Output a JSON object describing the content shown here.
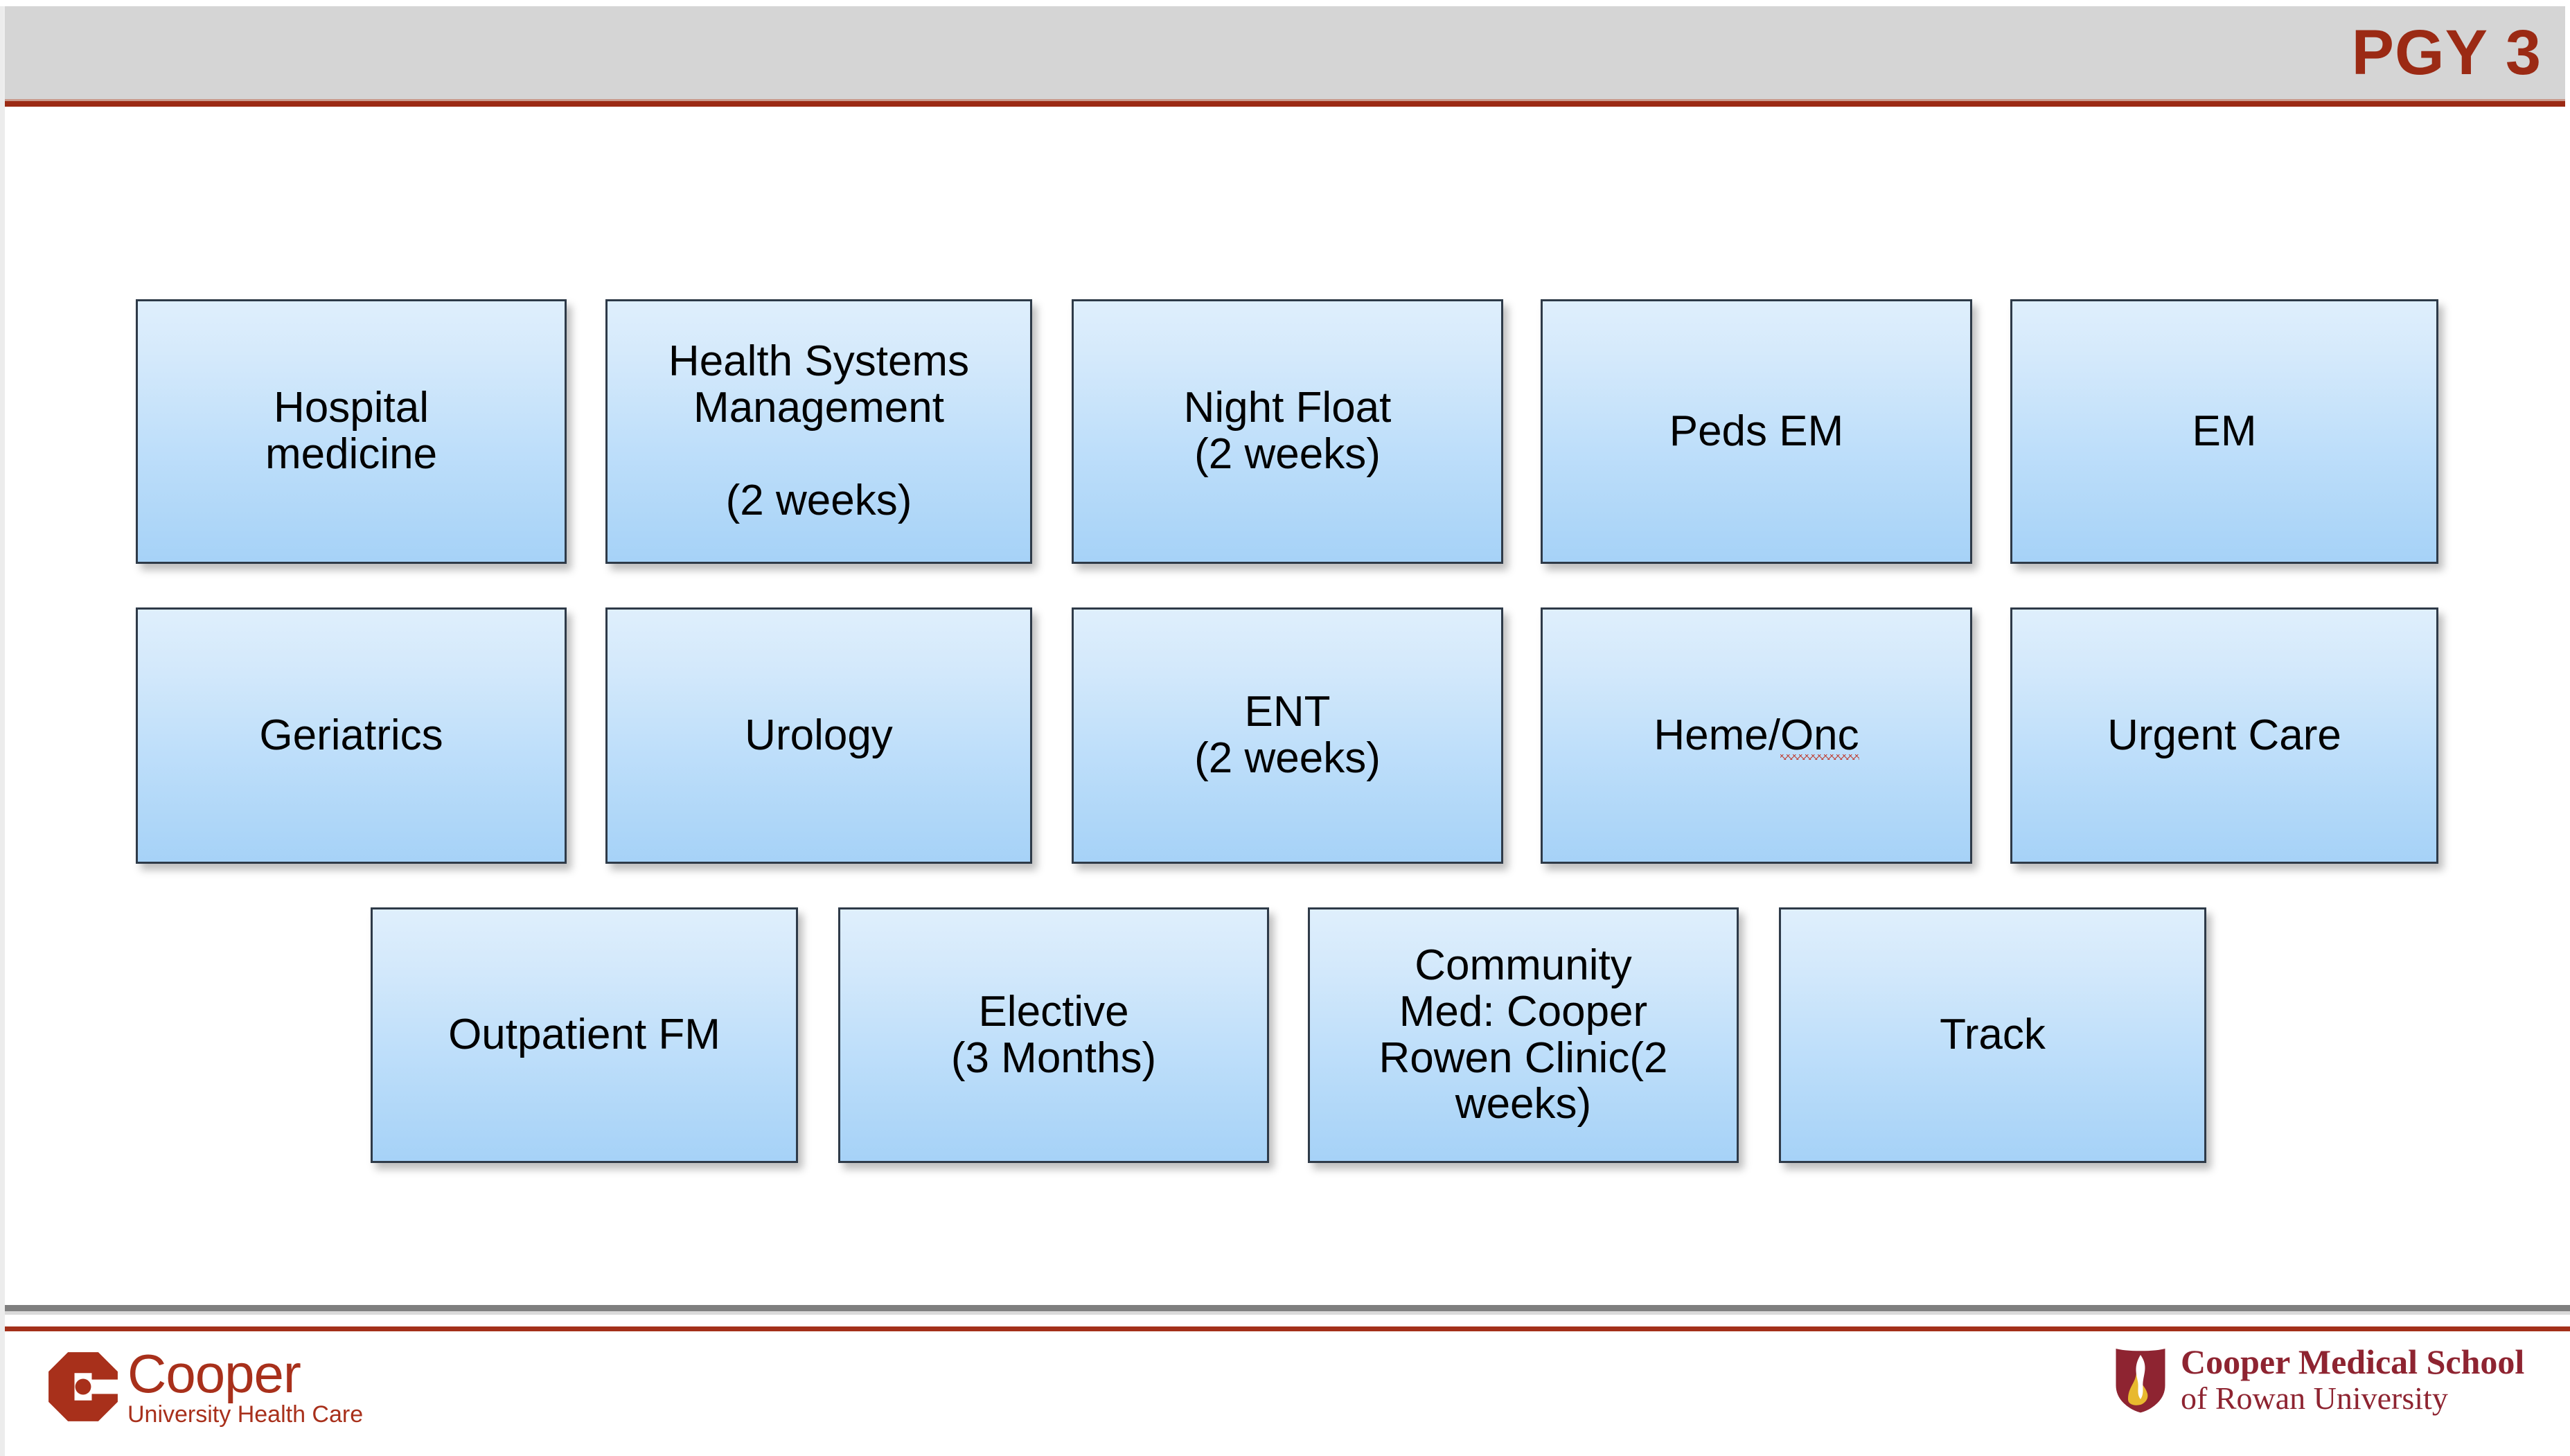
{
  "header": {
    "title": "PGY 3",
    "title_color": "#9b2a14",
    "band_color": "#d5d5d5",
    "rule_color": "#9b2a14"
  },
  "theme": {
    "box_top_color": "#dfeffc",
    "box_bottom_color": "#a6d2f7",
    "box_border_color": "#2e3a48",
    "text_color": "#000000",
    "brand_red": "#a8301b",
    "shield_red": "#8e2431",
    "shield_gold": "#e8b92e"
  },
  "rotations": {
    "row1": [
      {
        "id": "hospital-medicine",
        "label": "Hospital\nmedicine"
      },
      {
        "id": "health-systems-management",
        "label": "Health Systems\nManagement\n\n(2 weeks)"
      },
      {
        "id": "night-float",
        "label": "Night Float\n(2 weeks)"
      },
      {
        "id": "peds-em",
        "label": "Peds EM"
      },
      {
        "id": "em",
        "label": "EM"
      }
    ],
    "row2": [
      {
        "id": "geriatrics",
        "label": "Geriatrics"
      },
      {
        "id": "urology",
        "label": "Urology"
      },
      {
        "id": "ent",
        "label": "ENT\n(2 weeks)"
      },
      {
        "id": "heme-onc",
        "label_prefix": "Heme/",
        "label_misspelled": "Onc",
        "label": "Heme/Onc",
        "spellcheck_flag": true
      },
      {
        "id": "urgent-care",
        "label": "Urgent Care"
      }
    ],
    "row3": [
      {
        "id": "outpatient-fm",
        "label": "Outpatient FM"
      },
      {
        "id": "elective",
        "label": "Elective\n(3 Months)"
      },
      {
        "id": "community-med",
        "label": "Community\nMed: Cooper\nRowen Clinic(2\nweeks)"
      },
      {
        "id": "track",
        "label": "Track"
      }
    ]
  },
  "footer": {
    "cooper_health": {
      "wordmark": "Cooper",
      "tagline": "University Health Care"
    },
    "cmsru": {
      "line1": "Cooper Medical School",
      "line2": "of Rowan University"
    }
  }
}
